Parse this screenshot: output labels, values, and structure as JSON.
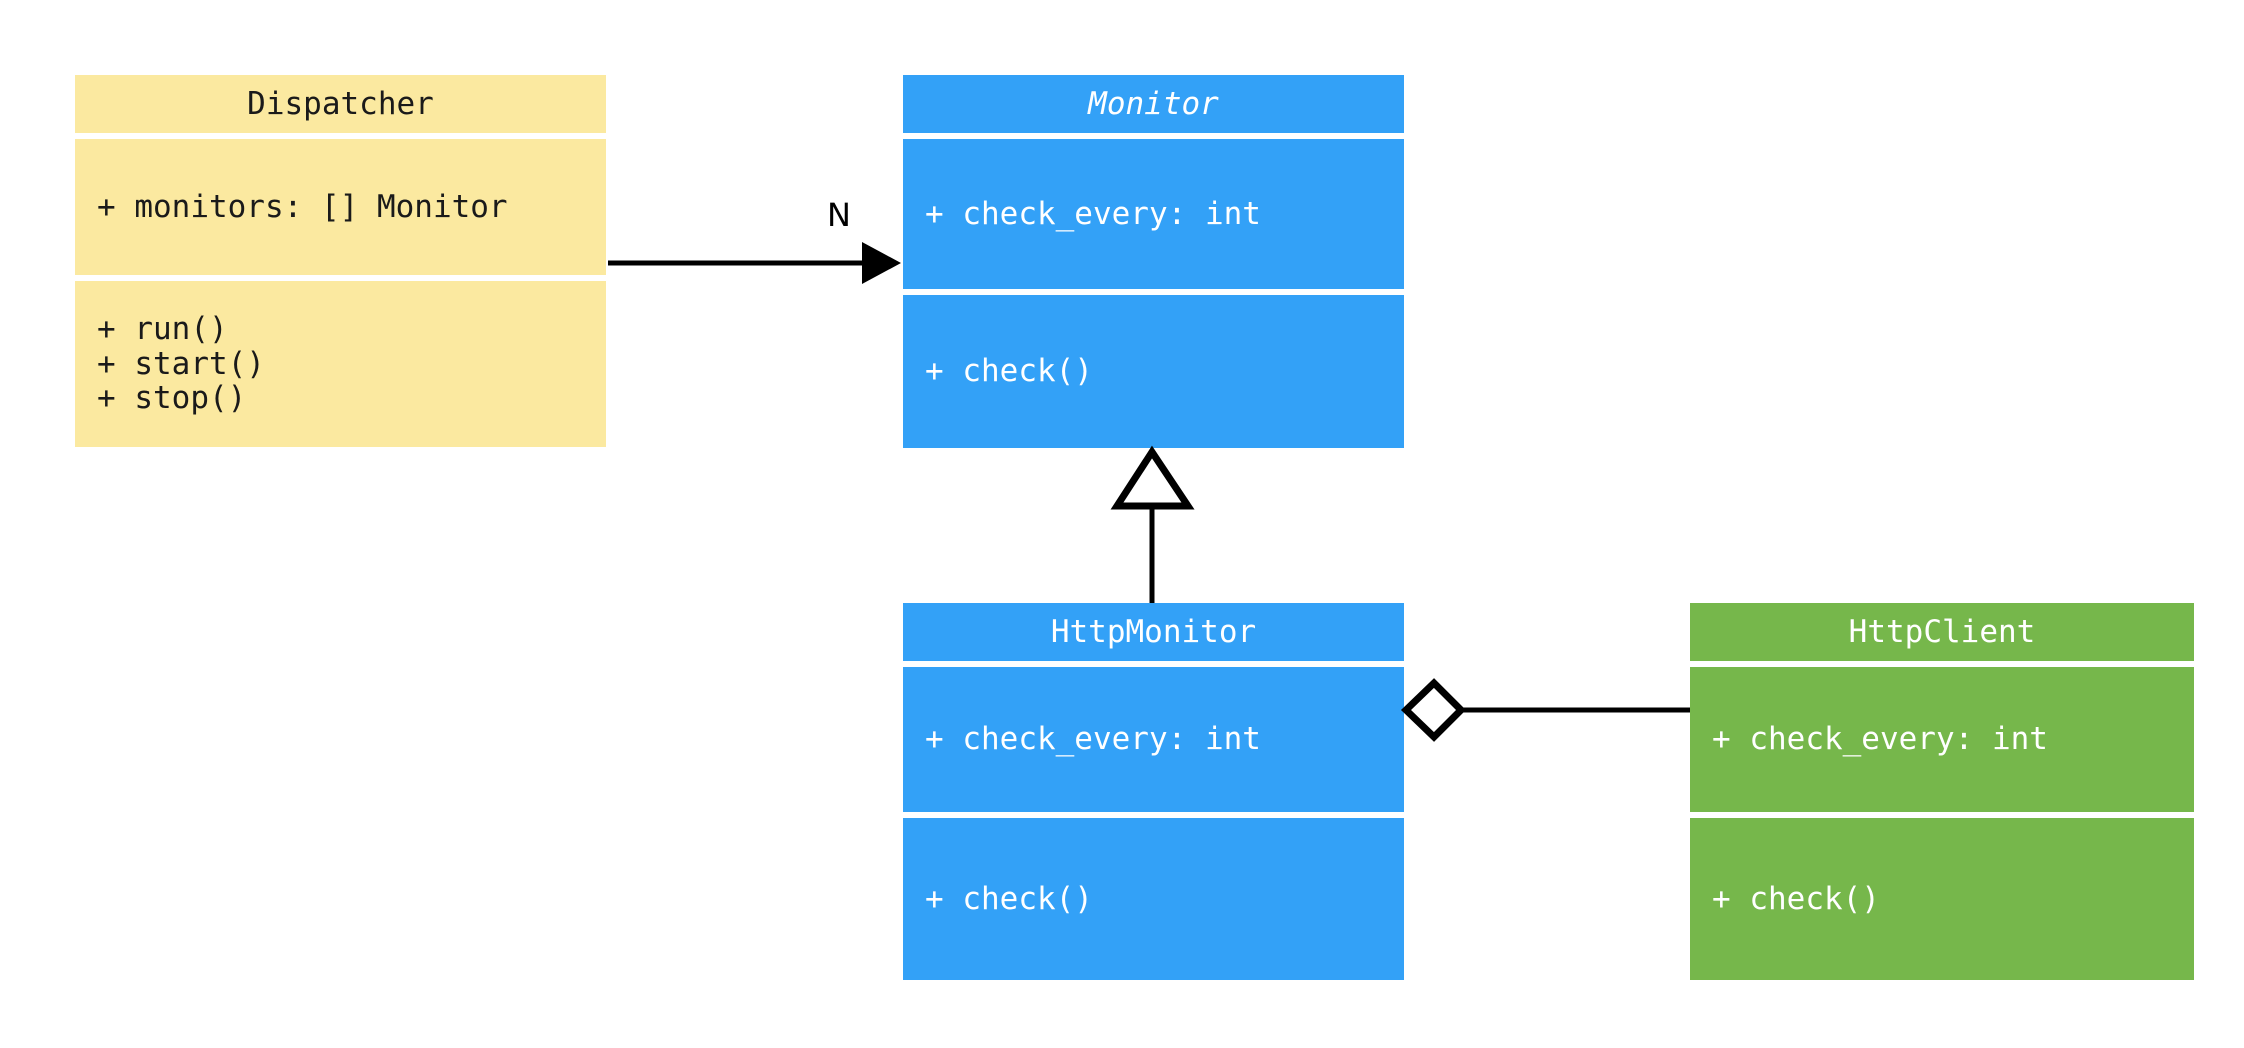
{
  "diagram": {
    "kind": "uml-class-diagram",
    "background": "#ffffff",
    "palette": {
      "yellow": "#fbe9a0",
      "blue": "#33a1f7",
      "green": "#76b74b",
      "line": "#000000",
      "dark_text": "#1a1a1a",
      "light_text": "#ffffff"
    }
  },
  "classes": [
    {
      "id": "dispatcher",
      "name": "Dispatcher",
      "abstract": false,
      "color": "#fbe9a0",
      "attributes": [
        "+ monitors: [] Monitor"
      ],
      "methods": [
        "+ run()",
        "+ start()",
        "+ stop()"
      ]
    },
    {
      "id": "monitor",
      "name": "Monitor",
      "abstract": true,
      "color": "#33a1f7",
      "attributes": [
        "+ check_every: int"
      ],
      "methods": [
        "+ check()"
      ]
    },
    {
      "id": "httpmonitor",
      "name": "HttpMonitor",
      "abstract": false,
      "color": "#33a1f7",
      "attributes": [
        "+ check_every: int"
      ],
      "methods": [
        "+ check()"
      ]
    },
    {
      "id": "httpclient",
      "name": "HttpClient",
      "abstract": false,
      "color": "#76b74b",
      "attributes": [
        "+ check_every: int"
      ],
      "methods": [
        "+ check()"
      ]
    }
  ],
  "relationships": [
    {
      "id": "dispatcher-to-monitor",
      "type": "association",
      "from": "Dispatcher",
      "to": "Monitor",
      "arrow": "filled-triangle",
      "label": "N"
    },
    {
      "id": "httpmonitor-to-monitor",
      "type": "generalization",
      "from": "HttpMonitor",
      "to": "Monitor",
      "arrow": "hollow-triangle",
      "label": ""
    },
    {
      "id": "httpmonitor-to-httpclient",
      "type": "aggregation",
      "from": "HttpMonitor",
      "to": "HttpClient",
      "arrow": "hollow-diamond",
      "label": ""
    }
  ]
}
